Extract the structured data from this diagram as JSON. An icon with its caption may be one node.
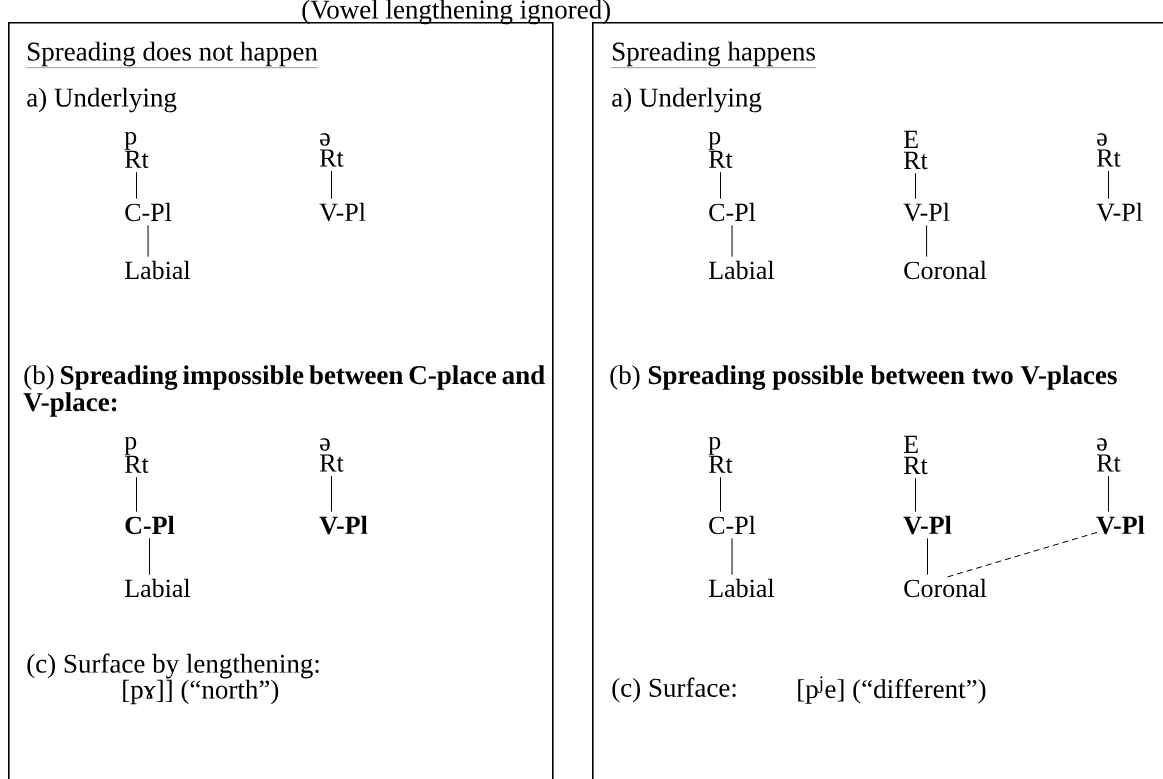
{
  "diagram": {
    "nodes": [
      {
        "text": [
          "Spreading does not happen",
          "a) Underlying",
          "(b) **Spreading impossible between C-place and V-place:**",
          "(c) Surface by lengthening:",
          "[pɤ]] (“north”)"
        ]
      },
      {
        "text": [
          "p",
          "Rt"
        ],
        "in": 0
      },
      {
        "text": [
          "C-Pl"
        ],
        "in": 0
      },
      {
        "text": [
          "Labial"
        ],
        "in": 0
      },
      {
        "text": [
          "ə",
          "Rt"
        ],
        "in": 0
      },
      {
        "text": [
          "V-Pl"
        ],
        "in": 0
      },
      {
        "text": [
          "p",
          "Rt"
        ],
        "in": 0
      },
      {
        "text": [
          "C-Pl"
        ],
        "in": 0
      },
      {
        "text": [
          "Labial"
        ],
        "in": 0
      },
      {
        "text": [
          "ə",
          "Rt"
        ],
        "in": 0
      },
      {
        "text": [
          "V-Pl"
        ],
        "in": 0
      },
      {
        "text": [
          "Spreading happens",
          "a) Underlying",
          "(b) **Spreading possible between two V-places**",
          "(c) Surface:",
          "[p$^{j}$e] (“different”)"
        ]
      },
      {
        "text": [
          "p",
          "Rt"
        ],
        "in": 11
      },
      {
        "text": [
          "C-Pl"
        ],
        "in": 11
      },
      {
        "text": [
          "Labial"
        ],
        "in": 11
      },
      {
        "text": [
          "E",
          "Rt"
        ],
        "in": 11
      },
      {
        "text": [
          "V-Pl"
        ],
        "in": 11
      },
      {
        "text": [
          "Coronal"
        ],
        "in": 11
      },
      {
        "text": [
          "ə",
          "Rt"
        ],
        "in": 11
      },
      {
        "text": [
          "V-Pl"
        ],
        "in": 11
      },
      {
        "text": [
          "p",
          "Rt"
        ],
        "in": 11
      },
      {
        "text": [
          "C-Pl"
        ],
        "in": 11
      },
      {
        "text": [
          "Labial"
        ],
        "in": 11
      },
      {
        "text": [
          "E",
          "Rt"
        ],
        "in": 11
      },
      {
        "text": [
          "V-Pl"
        ],
        "in": 11
      },
      {
        "text": [
          "Coronal"
        ],
        "in": 11
      },
      {
        "text": [
          "ə",
          "Rt"
        ],
        "in": 11
      },
      {
        "text": [
          "V-Pl"
        ],
        "in": 11
      }
    ],
    "edges": [
      {
        "from": 1,
        "to": 2,
        "arrow": "none"
      },
      {
        "from": 2,
        "to": 3,
        "arrow": "none"
      },
      {
        "from": 4,
        "to": 5,
        "arrow": "none"
      },
      {
        "from": 6,
        "to": 7,
        "arrow": "none"
      },
      {
        "from": 7,
        "to": 8,
        "arrow": "none"
      },
      {
        "from": 9,
        "to": 10,
        "arrow": "none"
      },
      {
        "from": 12,
        "to": 13,
        "arrow": "none"
      },
      {
        "from": 13,
        "to": 14,
        "arrow": "none"
      },
      {
        "from": 15,
        "to": 16,
        "arrow": "none"
      },
      {
        "from": 16,
        "to": 17,
        "arrow": "none"
      },
      {
        "from": 18,
        "to": 19,
        "arrow": "none"
      },
      {
        "from": 20,
        "to": 21,
        "arrow": "none"
      },
      {
        "from": 21,
        "to": 22,
        "arrow": "none"
      },
      {
        "from": 23,
        "to": 24,
        "arrow": "none"
      },
      {
        "from": 24,
        "to": 25,
        "arrow": "none"
      },
      {
        "from": 26,
        "to": 27,
        "arrow": "none"
      },
      {
        "from": 27,
        "to": 25,
        "arrow": "none",
        "style": "dashed"
      }
    ],
    "labels": [
      "(Vowel lengthening ignored)"
    ]
  }
}
